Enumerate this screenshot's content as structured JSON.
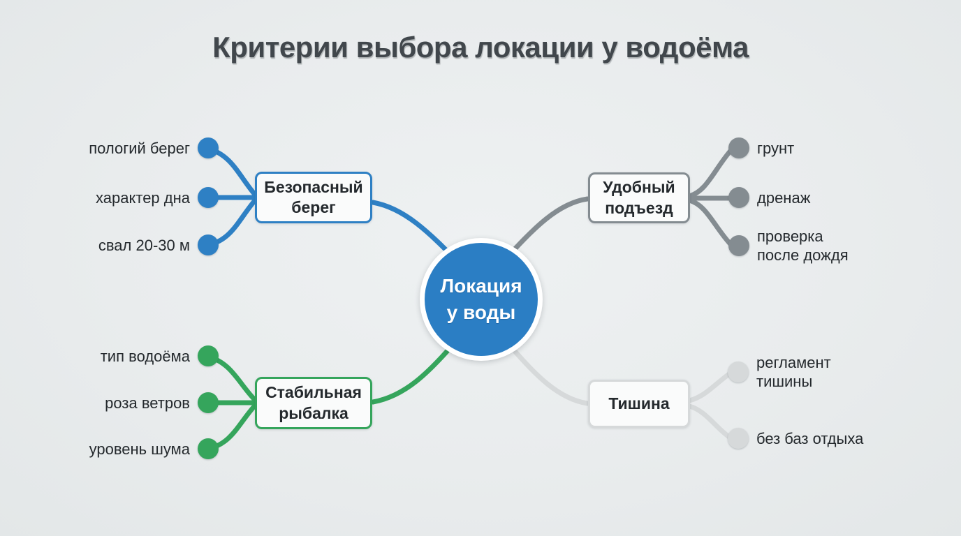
{
  "title": "Критерии выбора локации у водоёма",
  "background_color": "#e9eced",
  "text_color": "#24292d",
  "center": {
    "label": [
      "Локация",
      "у воды"
    ],
    "color": "#2b7ec4",
    "ring_color": "#ffffff",
    "text_color": "#ffffff"
  },
  "branches": [
    {
      "name": "Безопасный берег",
      "label": [
        "Безопасный",
        "берег"
      ],
      "color": "#2e80c4",
      "leaves": [
        [
          "пологий берег"
        ],
        [
          "характер дна"
        ],
        [
          "свал 20-30 м"
        ]
      ]
    },
    {
      "name": "Стабильная рыбалка",
      "label": [
        "Стабильная",
        "рыбалка"
      ],
      "color": "#35a55c",
      "leaves": [
        [
          "тип водоёма"
        ],
        [
          "роза ветров"
        ],
        [
          "уровень шума"
        ]
      ]
    },
    {
      "name": "Удобный подъезд",
      "label": [
        "Удобный",
        "подъезд"
      ],
      "color": "#848c91",
      "leaves": [
        [
          "грунт"
        ],
        [
          "дренаж"
        ],
        [
          "проверка",
          "после дождя"
        ]
      ]
    },
    {
      "name": "Тишина",
      "label": [
        "Тишина"
      ],
      "color": "#d6d9da",
      "leaves": [
        [
          "регламент",
          "тишины"
        ],
        [
          "без баз отдыха"
        ]
      ]
    }
  ]
}
